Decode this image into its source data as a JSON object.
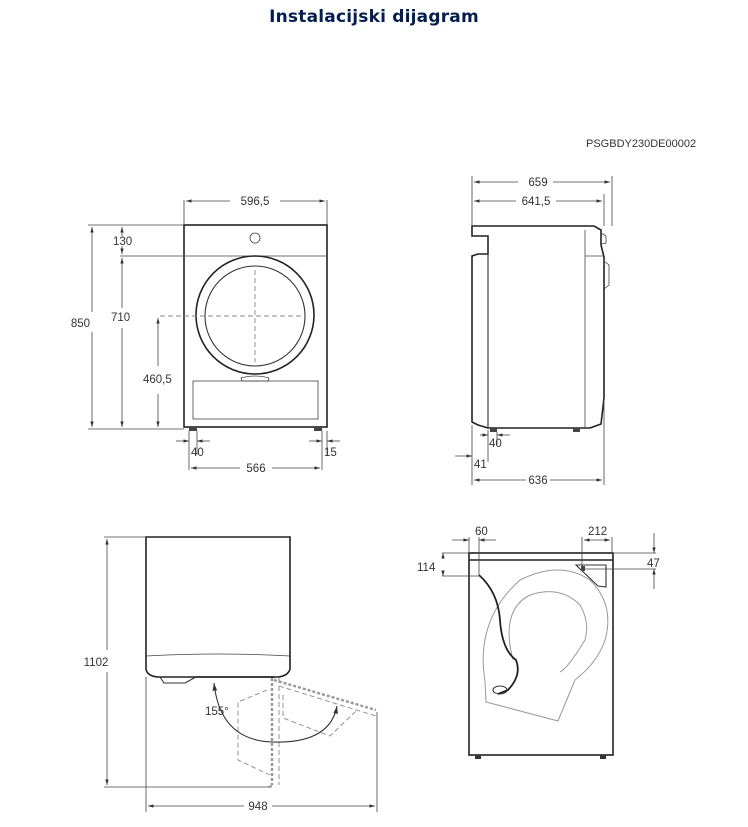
{
  "title": "Instalacijski dijagram",
  "document_code": "PSGBDY230DE00002",
  "front_view": {
    "width": "596,5",
    "height_total": "850",
    "top_panel": "130",
    "door_height": "710",
    "door_center_height": "460,5",
    "foot_offset_left": "40",
    "foot_offset_right": "15",
    "foot_span": "566"
  },
  "side_view": {
    "depth_total": "659",
    "depth_body": "641,5",
    "foot_offset": "40",
    "back_offset": "41",
    "depth_base": "636"
  },
  "top_view": {
    "depth_door_open": "1102",
    "width_door_open": "948",
    "door_angle": "155°"
  },
  "rear_view": {
    "cable_offset_x": "60",
    "cable_offset_y": "114",
    "outlet_offset_x": "212",
    "outlet_offset_y": "47"
  },
  "colors": {
    "title": "#041e50",
    "lines": "#333333"
  }
}
